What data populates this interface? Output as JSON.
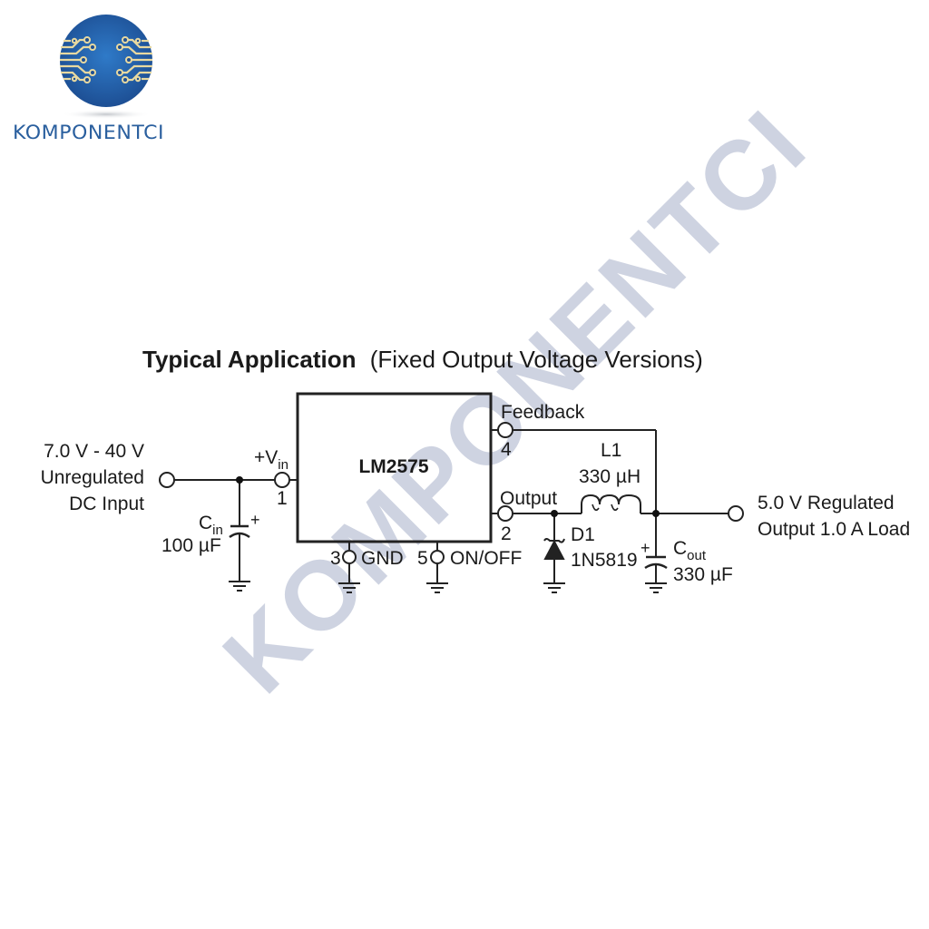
{
  "brand": {
    "name": "KOMPONENTCI",
    "primary_color": "#2a5f9e",
    "trace_color": "#e8d9a0"
  },
  "watermark": {
    "text": "KOMPONENTCI",
    "color": "#c5cbdc"
  },
  "diagram": {
    "title_bold": "Typical Application",
    "title_rest": "(Fixed Output Voltage Versions)",
    "ic": {
      "part": "LM2575"
    },
    "input": {
      "line1": "7.0 V - 40 V",
      "line2": "Unregulated",
      "line3": "DC Input"
    },
    "pins": {
      "vin_label": "+V",
      "vin_sub": "in",
      "vin_num": "1",
      "output_label": "Output",
      "output_num": "2",
      "gnd_num": "3",
      "gnd_label": "GND",
      "feedback_label": "Feedback",
      "feedback_num": "4",
      "onoff_num": "5",
      "onoff_label": "ON/OFF"
    },
    "cin": {
      "name": "C",
      "sub": "in",
      "value": "100 µF",
      "polarity": "+"
    },
    "l1": {
      "name": "L1",
      "value": "330 µH"
    },
    "d1": {
      "name": "D1",
      "part": "1N5819"
    },
    "cout": {
      "name": "C",
      "sub": "out",
      "value": "330 µF",
      "polarity": "+"
    },
    "output": {
      "line1": "5.0 V Regulated",
      "line2": "Output 1.0 A Load"
    }
  }
}
